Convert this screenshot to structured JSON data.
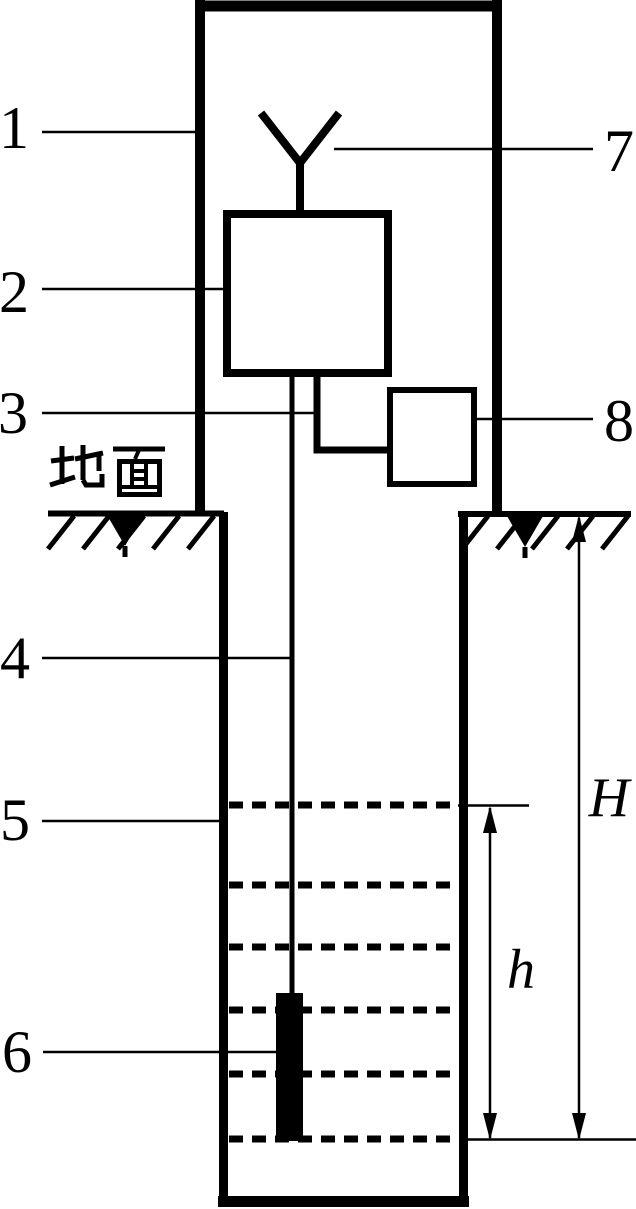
{
  "colors": {
    "ink": "#000000",
    "paper": "#ffffff"
  },
  "diagram": {
    "ground_label": "地面",
    "callouts": {
      "c1": "1",
      "c2": "2",
      "c3": "3",
      "c4": "4",
      "c5": "5",
      "c6": "6",
      "c7": "7",
      "c8": "8"
    },
    "dimensions": {
      "total_depth": "H",
      "water_column": "h"
    }
  }
}
